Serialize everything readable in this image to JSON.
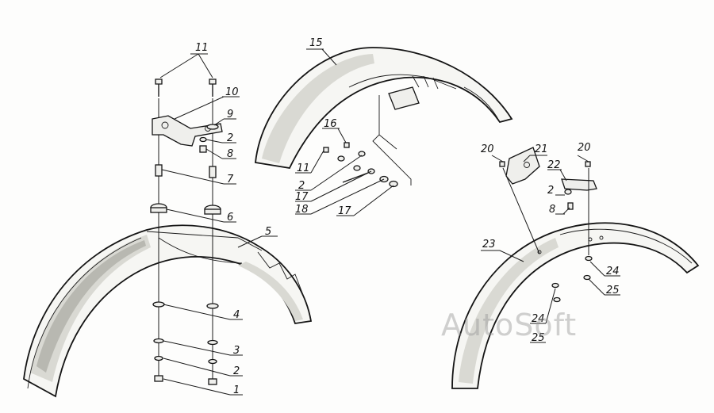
{
  "watermark": "AutoSoft",
  "callouts": {
    "c1": "1",
    "c2a": "2",
    "c2b": "2",
    "c2c": "2",
    "c2d": "2",
    "c3": "3",
    "c4": "4",
    "c5": "5",
    "c6": "6",
    "c7": "7",
    "c8a": "8",
    "c8b": "8",
    "c9": "9",
    "c10": "10",
    "c11a": "11",
    "c11b": "11",
    "c15": "15",
    "c16": "16",
    "c17a": "17",
    "c17b": "17",
    "c18": "18",
    "c20a": "20",
    "c20b": "20",
    "c21": "21",
    "c22": "22",
    "c23": "23",
    "c24a": "24",
    "c24b": "24",
    "c25a": "25",
    "c25b": "25"
  },
  "colors": {
    "ink": "#141414",
    "paper": "#fdfdfc",
    "watermark": "#969696"
  }
}
